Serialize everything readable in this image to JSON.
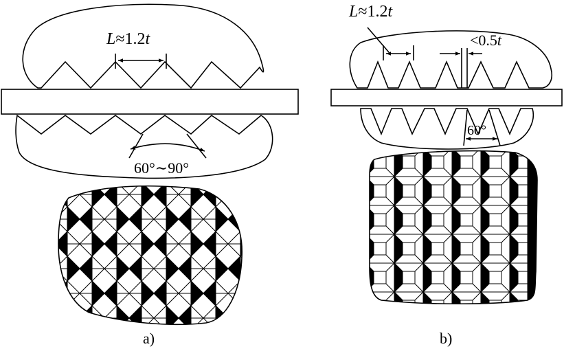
{
  "panel_a": {
    "pitch_label": "L≈1.2t",
    "angle_label": "60°∼90°",
    "caption": "a)"
  },
  "panel_b": {
    "pitch_label": "L≈1.2t",
    "flat_label": "<0.5t",
    "angle_label": "60°",
    "caption": "b)"
  }
}
